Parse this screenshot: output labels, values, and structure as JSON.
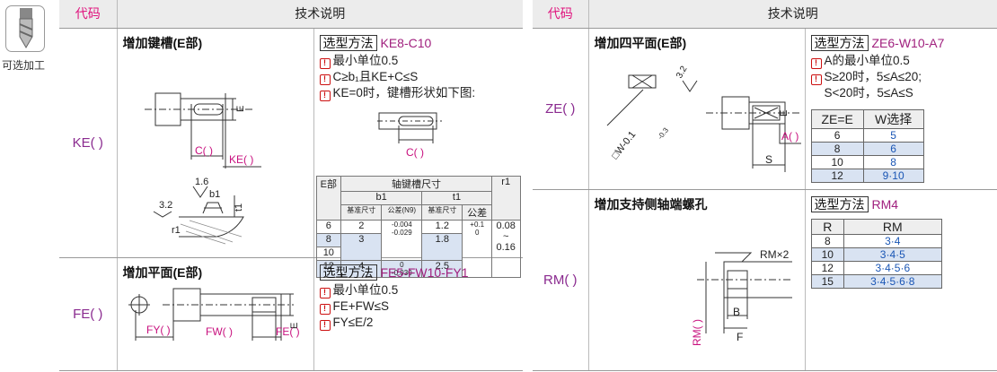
{
  "side": {
    "label": "可选加工"
  },
  "headers": {
    "code": "代码",
    "desc": "技术说明"
  },
  "rows": {
    "ke": {
      "code": "KE( )",
      "title": "增加键槽(E部)",
      "sel_label": "选型方法",
      "sel_value": "KE8-C10",
      "notes": [
        "最小单位0.5",
        "C≥b₁且KE+C≤S",
        "KE=0时，键槽形状如下图:"
      ],
      "diag": {
        "c": "C( )",
        "ke": "KE( )",
        "e": "E",
        "c2": "C( )",
        "r32": "3.2",
        "r16": "1.6",
        "b1": "b1",
        "t1": "t1",
        "r1": "r1"
      },
      "table": {
        "title": "轴键槽尺寸",
        "e_label": "E部",
        "b1": "b1",
        "t1": "t1",
        "r1": "r1",
        "base": "基准尺寸",
        "tol_n9": "公差(N9)",
        "tol": "公差",
        "rows": [
          {
            "e": "6",
            "b": "2",
            "t": "1.2"
          },
          {
            "e": "8",
            "b": "3",
            "t": "1.8"
          },
          {
            "e": "10"
          },
          {
            "e": "12",
            "b": "4",
            "t": "2.5"
          }
        ],
        "tol1a": "-0.004",
        "tol1b": "-0.029",
        "tol2a": "0",
        "tol2b": "-0.030",
        "ttol_a": "+0.1",
        "ttol_b": "0",
        "r1_a": "0.08",
        "r1_b": "~",
        "r1_c": "0.16"
      }
    },
    "fe": {
      "code": "FE( )",
      "title": "增加平面(E部)",
      "sel_label": "选型方法",
      "sel_value": "FE5-FW10-FY1",
      "notes": [
        "最小单位0.5",
        "FE+FW≤S",
        "FY≤E/2"
      ],
      "diag": {
        "fy": "FY( )",
        "fw": "FW( )",
        "fe": "FE( )",
        "e": "E"
      }
    },
    "ze": {
      "code": "ZE( )",
      "title": "增加四平面(E部)",
      "sel_label": "选型方法",
      "sel_value": "ZE6-W10-A7",
      "notes": [
        "A的最小单位0.5",
        "S≥20时，5≤A≤20;",
        "S<20时，5≤A≤S"
      ],
      "diag": {
        "a": "A( )",
        "s": "S",
        "e": "E",
        "w": "□W-0.1",
        "w2": "-0.3",
        "r": "3.2"
      },
      "table": {
        "h1": "ZE=E",
        "h2": "W选择",
        "rows": [
          [
            "6",
            "5"
          ],
          [
            "8",
            "6"
          ],
          [
            "10",
            "8"
          ],
          [
            "12",
            "9·10"
          ]
        ]
      }
    },
    "rm": {
      "code": "RM( )",
      "title": "增加支持侧轴端螺孔",
      "sel_label": "选型方法",
      "sel_value": "RM4",
      "diag": {
        "rm2": "RM×2",
        "rm": "RM( )",
        "b": "B",
        "f": "F"
      },
      "table": {
        "h1": "R",
        "h2": "RM",
        "rows": [
          [
            "8",
            "3·4"
          ],
          [
            "10",
            "3·4·5"
          ],
          [
            "12",
            "3·4·5·6"
          ],
          [
            "15",
            "3·4·5·6·8"
          ]
        ]
      }
    }
  }
}
